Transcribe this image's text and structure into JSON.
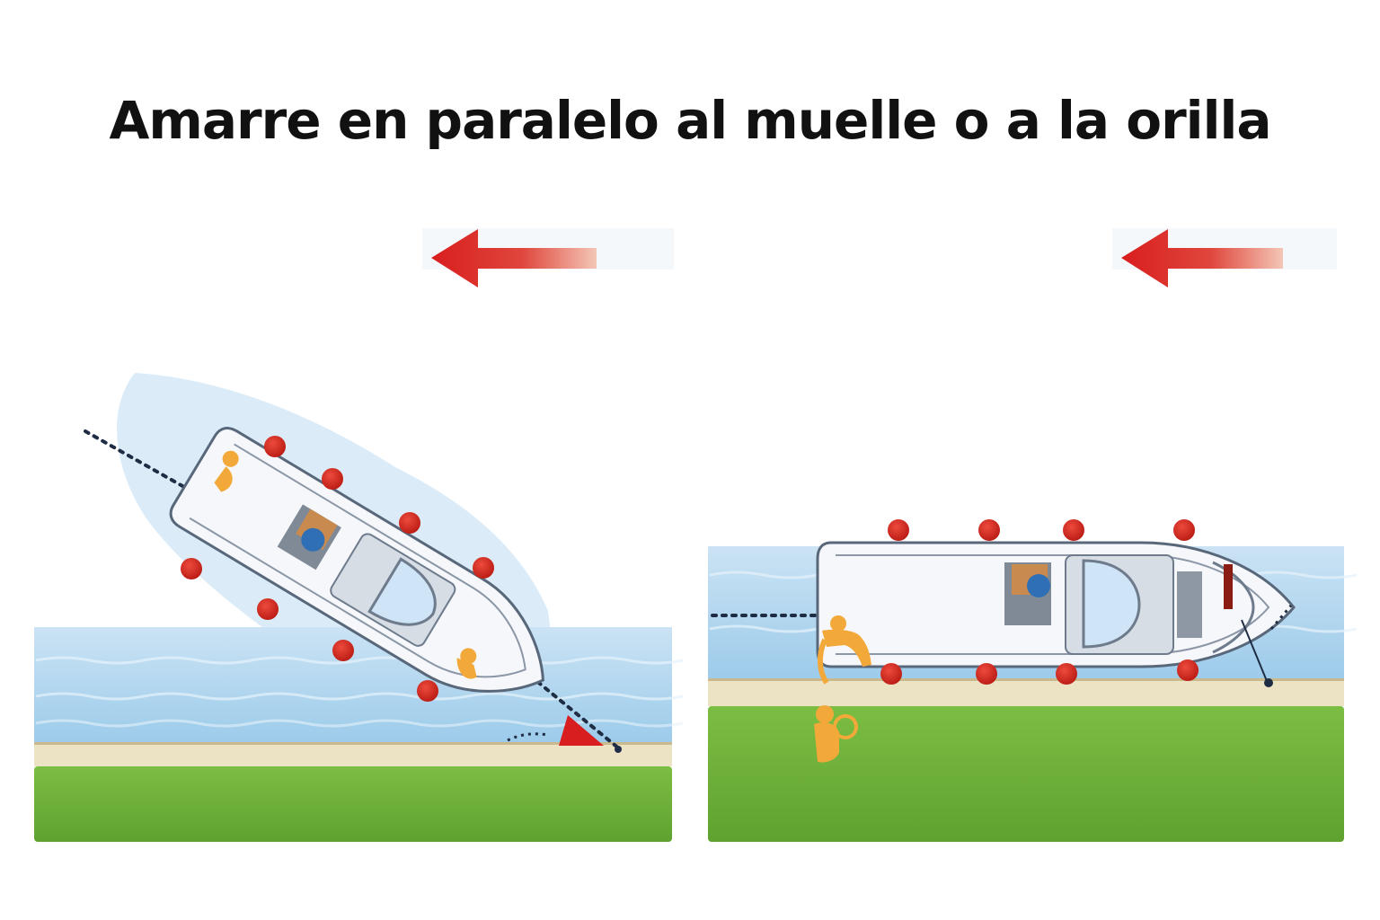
{
  "title": "Amarre en paralelo al muelle o a la orilla",
  "colors": {
    "arrow": "#d81e1e",
    "fender": "#d0271d",
    "water": "#a9d1ec",
    "grass": "#6fb33c",
    "dock": "#ece2c4",
    "boat_hull": "#f5f7fa",
    "crew": "#f3a93a",
    "helmsman": "#2f6fb5"
  },
  "panels": [
    {
      "id": "left",
      "scene": "boat-approaching-at-angle",
      "direction": "left"
    },
    {
      "id": "right",
      "scene": "boat-moored-parallel",
      "direction": "left"
    }
  ]
}
